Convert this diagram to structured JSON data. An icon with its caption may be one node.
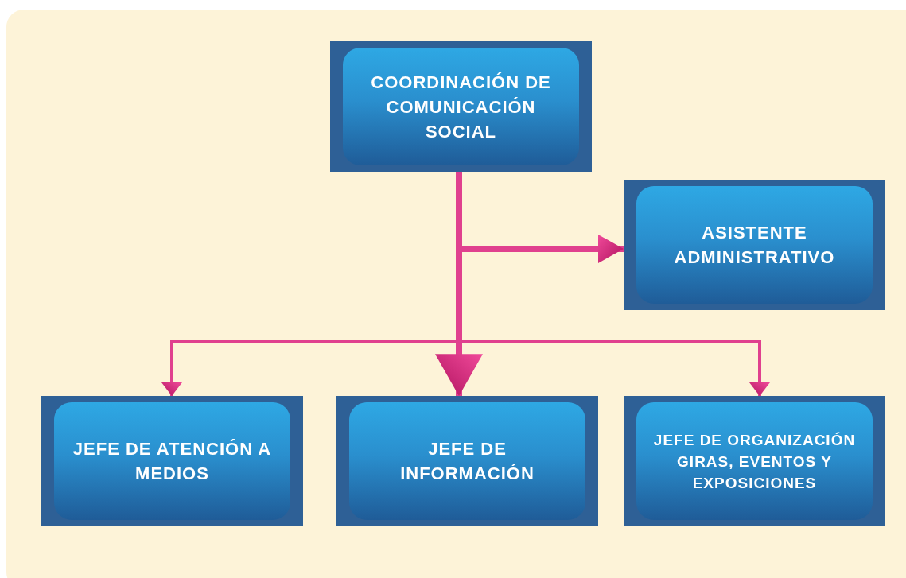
{
  "diagram": {
    "nodes": [
      {
        "text": [
          "COORDINACIÓN DE COMUNICACIÓN SOCIAL"
        ]
      },
      {
        "text": [
          "ASISTENTE ADMINISTRATIVO"
        ]
      },
      {
        "text": [
          "JEFE DE ATENCIÓN A MEDIOS"
        ]
      },
      {
        "text": [
          "JEFE DE INFORMACIÓN"
        ]
      },
      {
        "text": [
          "JEFE DE ORGANIZACIÓN GIRAS, EVENTOS Y EXPOSICIONES"
        ]
      }
    ],
    "edges": [
      {
        "from": 0,
        "to": 1,
        "arrow": "to",
        "style": "thick"
      },
      {
        "from": 0,
        "to": 3,
        "arrow": "to",
        "style": "thick"
      },
      {
        "from": 0,
        "to": 2,
        "arrow": "to"
      },
      {
        "from": 0,
        "to": 4,
        "arrow": "to"
      }
    ]
  }
}
